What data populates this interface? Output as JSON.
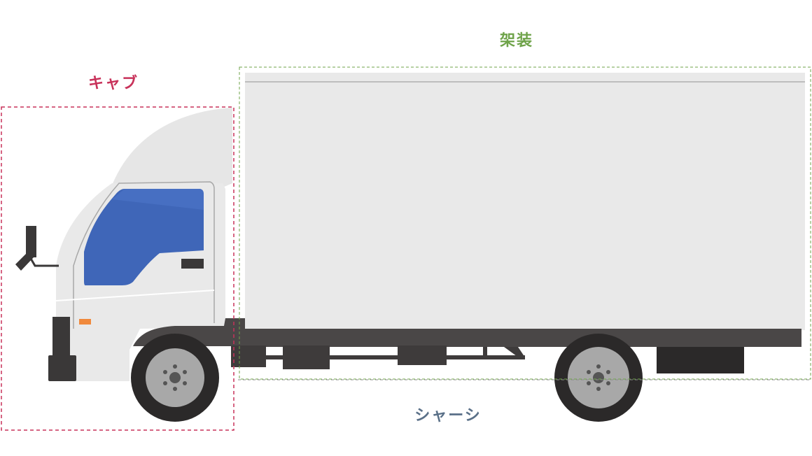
{
  "labels": {
    "body": "架装",
    "cab": "キャブ",
    "chassis": "シャーシ"
  },
  "colors": {
    "body": "#6fa34a",
    "cab": "#c8325a",
    "chassis": "#5a7088",
    "window": "#3f66b8",
    "frame": "#4a4747",
    "panel": "#e9e9e9"
  }
}
